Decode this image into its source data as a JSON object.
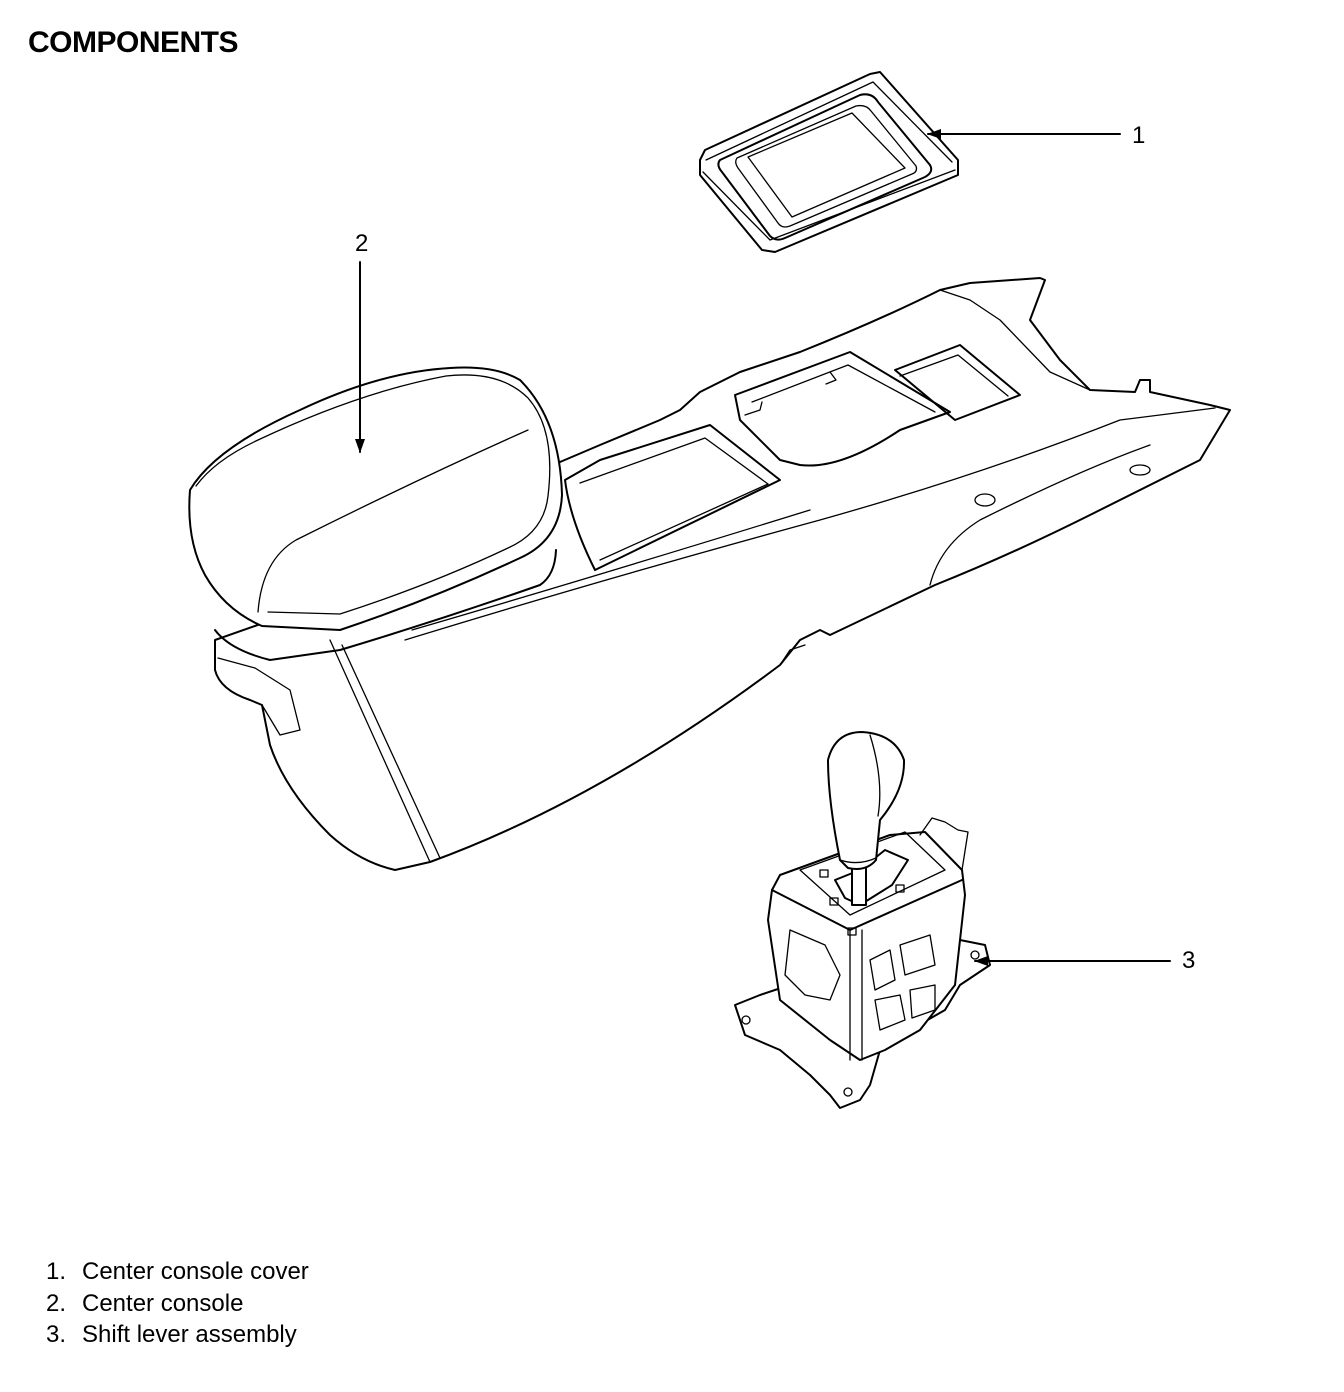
{
  "title": "COMPONENTS",
  "callouts": [
    {
      "id": "1",
      "part": "center-console-cover"
    },
    {
      "id": "2",
      "part": "center-console"
    },
    {
      "id": "3",
      "part": "shift-lever-assembly"
    }
  ],
  "legend": [
    {
      "num": "1.",
      "label": "Center console cover"
    },
    {
      "num": "2.",
      "label": "Center console"
    },
    {
      "num": "3.",
      "label": "Shift lever assembly"
    }
  ]
}
